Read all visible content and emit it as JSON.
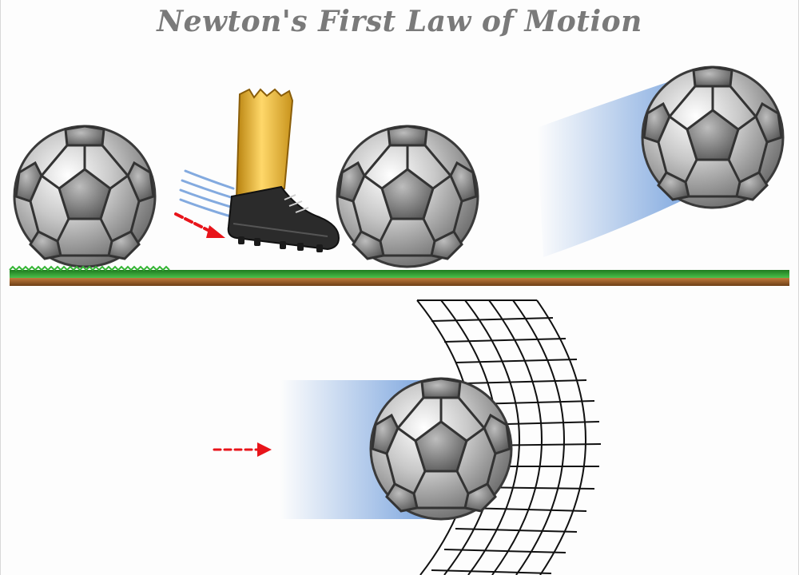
{
  "title": "Newton's First Law of Motion",
  "colors": {
    "title": "#7a7a7a",
    "grass": "#2e9b2e",
    "soil": "#8b5a2b",
    "arrow": "#e8141a",
    "motion_trail": "#5b8fd6",
    "ball_fill": "#9a9a9a",
    "ball_patch": "#6e6e6e",
    "sock": "#e0a92a",
    "shoe": "#2b2b2b"
  },
  "scene": {
    "top_panel": "kick sequence",
    "bottom_panel": "ball into net"
  }
}
